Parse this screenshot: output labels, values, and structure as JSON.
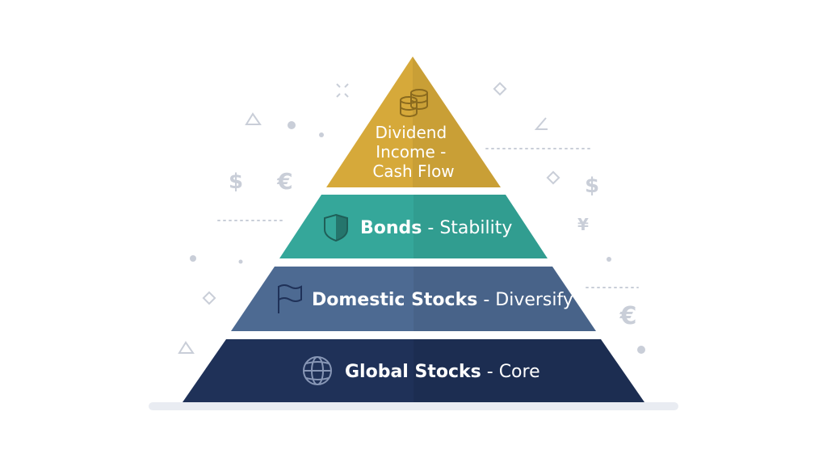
{
  "colors": {
    "dividend": "#d6a93a",
    "bonds": "#35a79a",
    "domestic": "#4d6a92",
    "global": "#1f3158",
    "decor": "#c9ced8",
    "base": "#e9ecf2"
  },
  "pyramid": {
    "tiers": [
      {
        "id": "dividend",
        "icon": "coins-icon",
        "lines": [
          "Dividend",
          "Income -",
          "Cash Flow"
        ]
      },
      {
        "id": "bonds",
        "icon": "shield-icon",
        "strong": "Bonds",
        "sep": " - ",
        "rest": "Stability"
      },
      {
        "id": "domestic",
        "icon": "flag-icon",
        "strong": "Domestic Stocks",
        "sep": " - ",
        "rest": "Diversify"
      },
      {
        "id": "global",
        "icon": "globe-icon",
        "strong": "Global Stocks",
        "sep": " - ",
        "rest": "Core"
      }
    ]
  },
  "decorations": {
    "dollar": "$",
    "euro": "€",
    "yen": "¥"
  }
}
